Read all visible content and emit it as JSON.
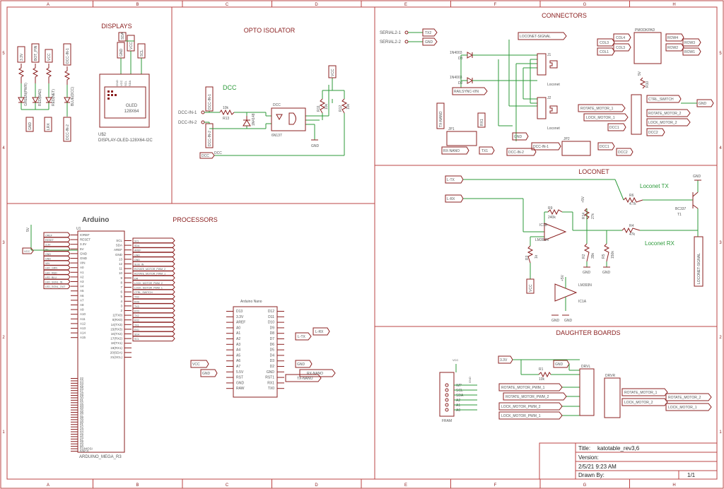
{
  "border": {
    "columns": [
      "A",
      "B",
      "C",
      "D",
      "E",
      "F",
      "G",
      "H"
    ],
    "rows": [
      "5",
      "4",
      "3",
      "2",
      "1"
    ]
  },
  "sections": {
    "displays": "DISPLAYS",
    "opto": "OPTO ISOLATOR",
    "connectors": "CONNECTORS",
    "loconet": "LOCONET",
    "processors": "PROCESSORS",
    "daughter": "DAUGHTER BOARDS"
  },
  "displays": {
    "header_pins": [
      "GND",
      "VCC",
      "SCL",
      "SDA"
    ],
    "oled_pins": [
      "GND",
      "VCC",
      "SCL",
      "SDA"
    ],
    "oled_label_1": "OLED",
    "oled_label_2": "128X64",
    "oled_ref": "U$2",
    "oled_name": "DISPLAY-OLED-128X64-I2C",
    "leds": [
      "GREEN(PWR)",
      "RED(BAD)",
      "RED(NET)",
      "BLUE(DCC)"
    ],
    "led_nets": [
      "3.3V",
      "BOT_PIN",
      "VCC",
      "DCC-IN-1"
    ],
    "led_bottom": [
      "GND",
      "LRX",
      "DCC-IN-2"
    ]
  },
  "opto": {
    "net_dcc": "DCC",
    "dcc_in_1": "DCC-IN-1",
    "dcc_in_2": "DCC-IN-2",
    "r13": "R13",
    "r13_val": "10k",
    "diode": "1N4148",
    "chip": "6N137",
    "vcc": "VCC",
    "gnd": "GND",
    "r11": "R11",
    "r12": "R12",
    "r_val": "10k",
    "dcc_label": "DCC",
    "dcc_out": "DCC"
  },
  "connectors": {
    "serial_1": "SERIAL2-1",
    "serial_2": "SERIAL2-2",
    "tx2": "TX2",
    "gnd": "GND",
    "d3": "1N4003",
    "d3_ref": "D3",
    "d2": "1N4003",
    "d2_ref": "D2",
    "railsync": "RAILSYNC-VIN",
    "loconet_signal": "LOCONET-SIGNAL",
    "j1": "J1",
    "j2": "J2",
    "loconet_1": "Loconet",
    "loconet_2": "Loconet",
    "jp1": "JP1",
    "jp2": "JP2",
    "tx_nano": "TX-NANO",
    "rx_nano": "RX-NANO",
    "tx1": "TX1",
    "rx1": "RX1",
    "gnd2": "GND",
    "dcc_in_1": "DCC-IN-1",
    "dcc_in_2": "DCC-IN-2",
    "dcc1": "DCC1",
    "dcc2": "DCC2",
    "pmod": "PMODKPAD",
    "cols": [
      "COL4",
      "COL3",
      "COL1"
    ],
    "rows": [
      "ROW4",
      "ROW3",
      "ROW2",
      "ROW1"
    ],
    "ctrl_switch": "CTRL_SWITCH",
    "rotate_motor_1": "ROTATE_MOTOR_1",
    "rotate_motor_2": "ROTATE_MOTOR_2",
    "lock_motor_1": "LOCK_MOTOR_1",
    "lock_motor_2": "LOCK_MOTOR_2",
    "dcc1b": "DCC1",
    "dcc2b": "DCC2",
    "r10": "R10",
    "r10_val": "10k",
    "v5": "5V"
  },
  "loconet": {
    "l_tx": "L-TX",
    "l_rx": "L-RX",
    "loconet_tx": "Loconet TX",
    "loconet_rx": "Loconet RX",
    "r6": "R6",
    "r6_val": "4.7k",
    "t1": "BC337",
    "t1_ref": "T1",
    "gnd": "GND",
    "r9": "R9",
    "r9_val": "240k",
    "ic1b": "IC1B",
    "ic1b_name": "LM393N",
    "r14": "R14",
    "r14_val": "27k",
    "r4": "R4",
    "r4_val": "47k",
    "r3": "R3",
    "r3_val": "1k",
    "r2": "R2",
    "r2_val": "39k",
    "r5": "R5",
    "r5_val": "150k",
    "v5": "+5V",
    "vcc": "VCC",
    "ic1a": "IC1A",
    "ic1a_name": "LM393N",
    "gnd_a": "GND",
    "gnd_b": "GND",
    "v5b": "+5V",
    "signal": "LOCONET-SIGNAL"
  },
  "processors": {
    "arduino_title": "Arduino",
    "u1": "U1",
    "mega_left_pins": [
      "IOREF",
      "RESET",
      "3.3V",
      "5V",
      "GND",
      "GND",
      "VIN",
      "A0",
      "A1",
      "A2",
      "A3",
      "A4",
      "A5",
      "A6",
      "A7",
      "A8",
      "A9",
      "A10",
      "A11",
      "A12",
      "A13",
      "A14",
      "A15",
      "22",
      "23",
      "24",
      "25",
      "26",
      "27",
      "28",
      "29",
      "30",
      "31",
      "32",
      "33",
      "34",
      "35",
      "36",
      "37",
      "38",
      "39",
      "40",
      "41",
      "42",
      "43",
      "44",
      "45",
      "46",
      "47",
      "48",
      "49",
      "50",
      "51/MOSI",
      "53/CS"
    ],
    "mega_right_pins": [
      "SCL",
      "SDA",
      "AREF",
      "GND",
      "13",
      "12",
      "11",
      "10",
      "9",
      "8",
      "7",
      "6",
      "5",
      "4",
      "3",
      "2",
      "1(TX0)",
      "0(RX0)",
      "14(TX3)",
      "15(RX3)",
      "16(TX2)",
      "17(RX2)",
      "18(TX1)",
      "19(RX1)",
      "20(SDA)",
      "21(SCL)"
    ],
    "left_nets": [
      "OREF",
      "RESET",
      "3.3V",
      "5V",
      "GND",
      "GND",
      "VIN",
      "LED_GRN",
      "LED_RED",
      "LED_BLU",
      "LED_SGNL_IN",
      "LED_SGNL_OUT"
    ],
    "right_nets": [
      "SCL",
      "SDA",
      "AREF",
      "GND",
      "GND",
      "SLIB_IN",
      "ROTATE_MOTOR_PWM_2",
      "ROTATE_MOTOR_PWM_1",
      "DR",
      "LOCK_MOTOR_PWM_2",
      "LOCK_MOTOR_PWM_1",
      "CTRL_SWITCH",
      "TX0",
      "RX0",
      "TX3",
      "RX3",
      "TX2",
      "RX2",
      "TX1",
      "RX1",
      "SDA",
      "SCL"
    ],
    "mega_name": "ARDUINO_MEGA_R3",
    "v5": "5V",
    "vcc": "VCC",
    "nano_title": "Arduino Nano",
    "nano_left_pins": [
      "D13",
      "3.3V",
      "AREF",
      "A0",
      "A1",
      "A2",
      "A3",
      "A4",
      "A5",
      "A6",
      "A7",
      "5.5V",
      "RST",
      "GND",
      "RAW"
    ],
    "nano_right_pins": [
      "D12",
      "D11",
      "D10",
      "D9",
      "D8",
      "D7",
      "D6",
      "D5",
      "D4",
      "D3",
      "D2",
      "GND",
      "RST1",
      "RX1",
      "TX0"
    ],
    "l_tx": "L-TX",
    "l_rx": "L-RX",
    "vcc2": "VCC",
    "gnd": "GND",
    "gnd2": "GND",
    "rx_nano": "RX-NANO",
    "tx_nano": "TX-NANO"
  },
  "daughter": {
    "fram": "FRAM",
    "fram_pins": [
      "WP",
      "SCL",
      "SDA",
      "A2",
      "A1",
      "A0"
    ],
    "vcc": "VCC",
    "gnd": "GND",
    "v33": "3.3V",
    "gnd2": "GND",
    "r1": "R1",
    "r1_val": "10k",
    "drvl": "DRVL",
    "drvr": "DRVR",
    "pwm_nets": [
      "ROTATE_MOTOR_PWM_1",
      "ROTATE_MOTOR_PWM_2",
      "LOCK_MOTOR_PWM_2",
      "LOCK_MOTOR_PWM_1"
    ],
    "drvr_nets": [
      "ROTATE_MOTOR_1",
      "ROTATE_MOTOR_2",
      "LOCK_MOTOR_2",
      "LOCK_MOTOR_1"
    ]
  },
  "title_block": {
    "title_label": "Title:",
    "title": "katotable_rev3,6",
    "version_label": "Version:",
    "date": "2/5/21 9:23 AM",
    "drawn_label": "Drawn By:",
    "sheet": "1/1"
  }
}
